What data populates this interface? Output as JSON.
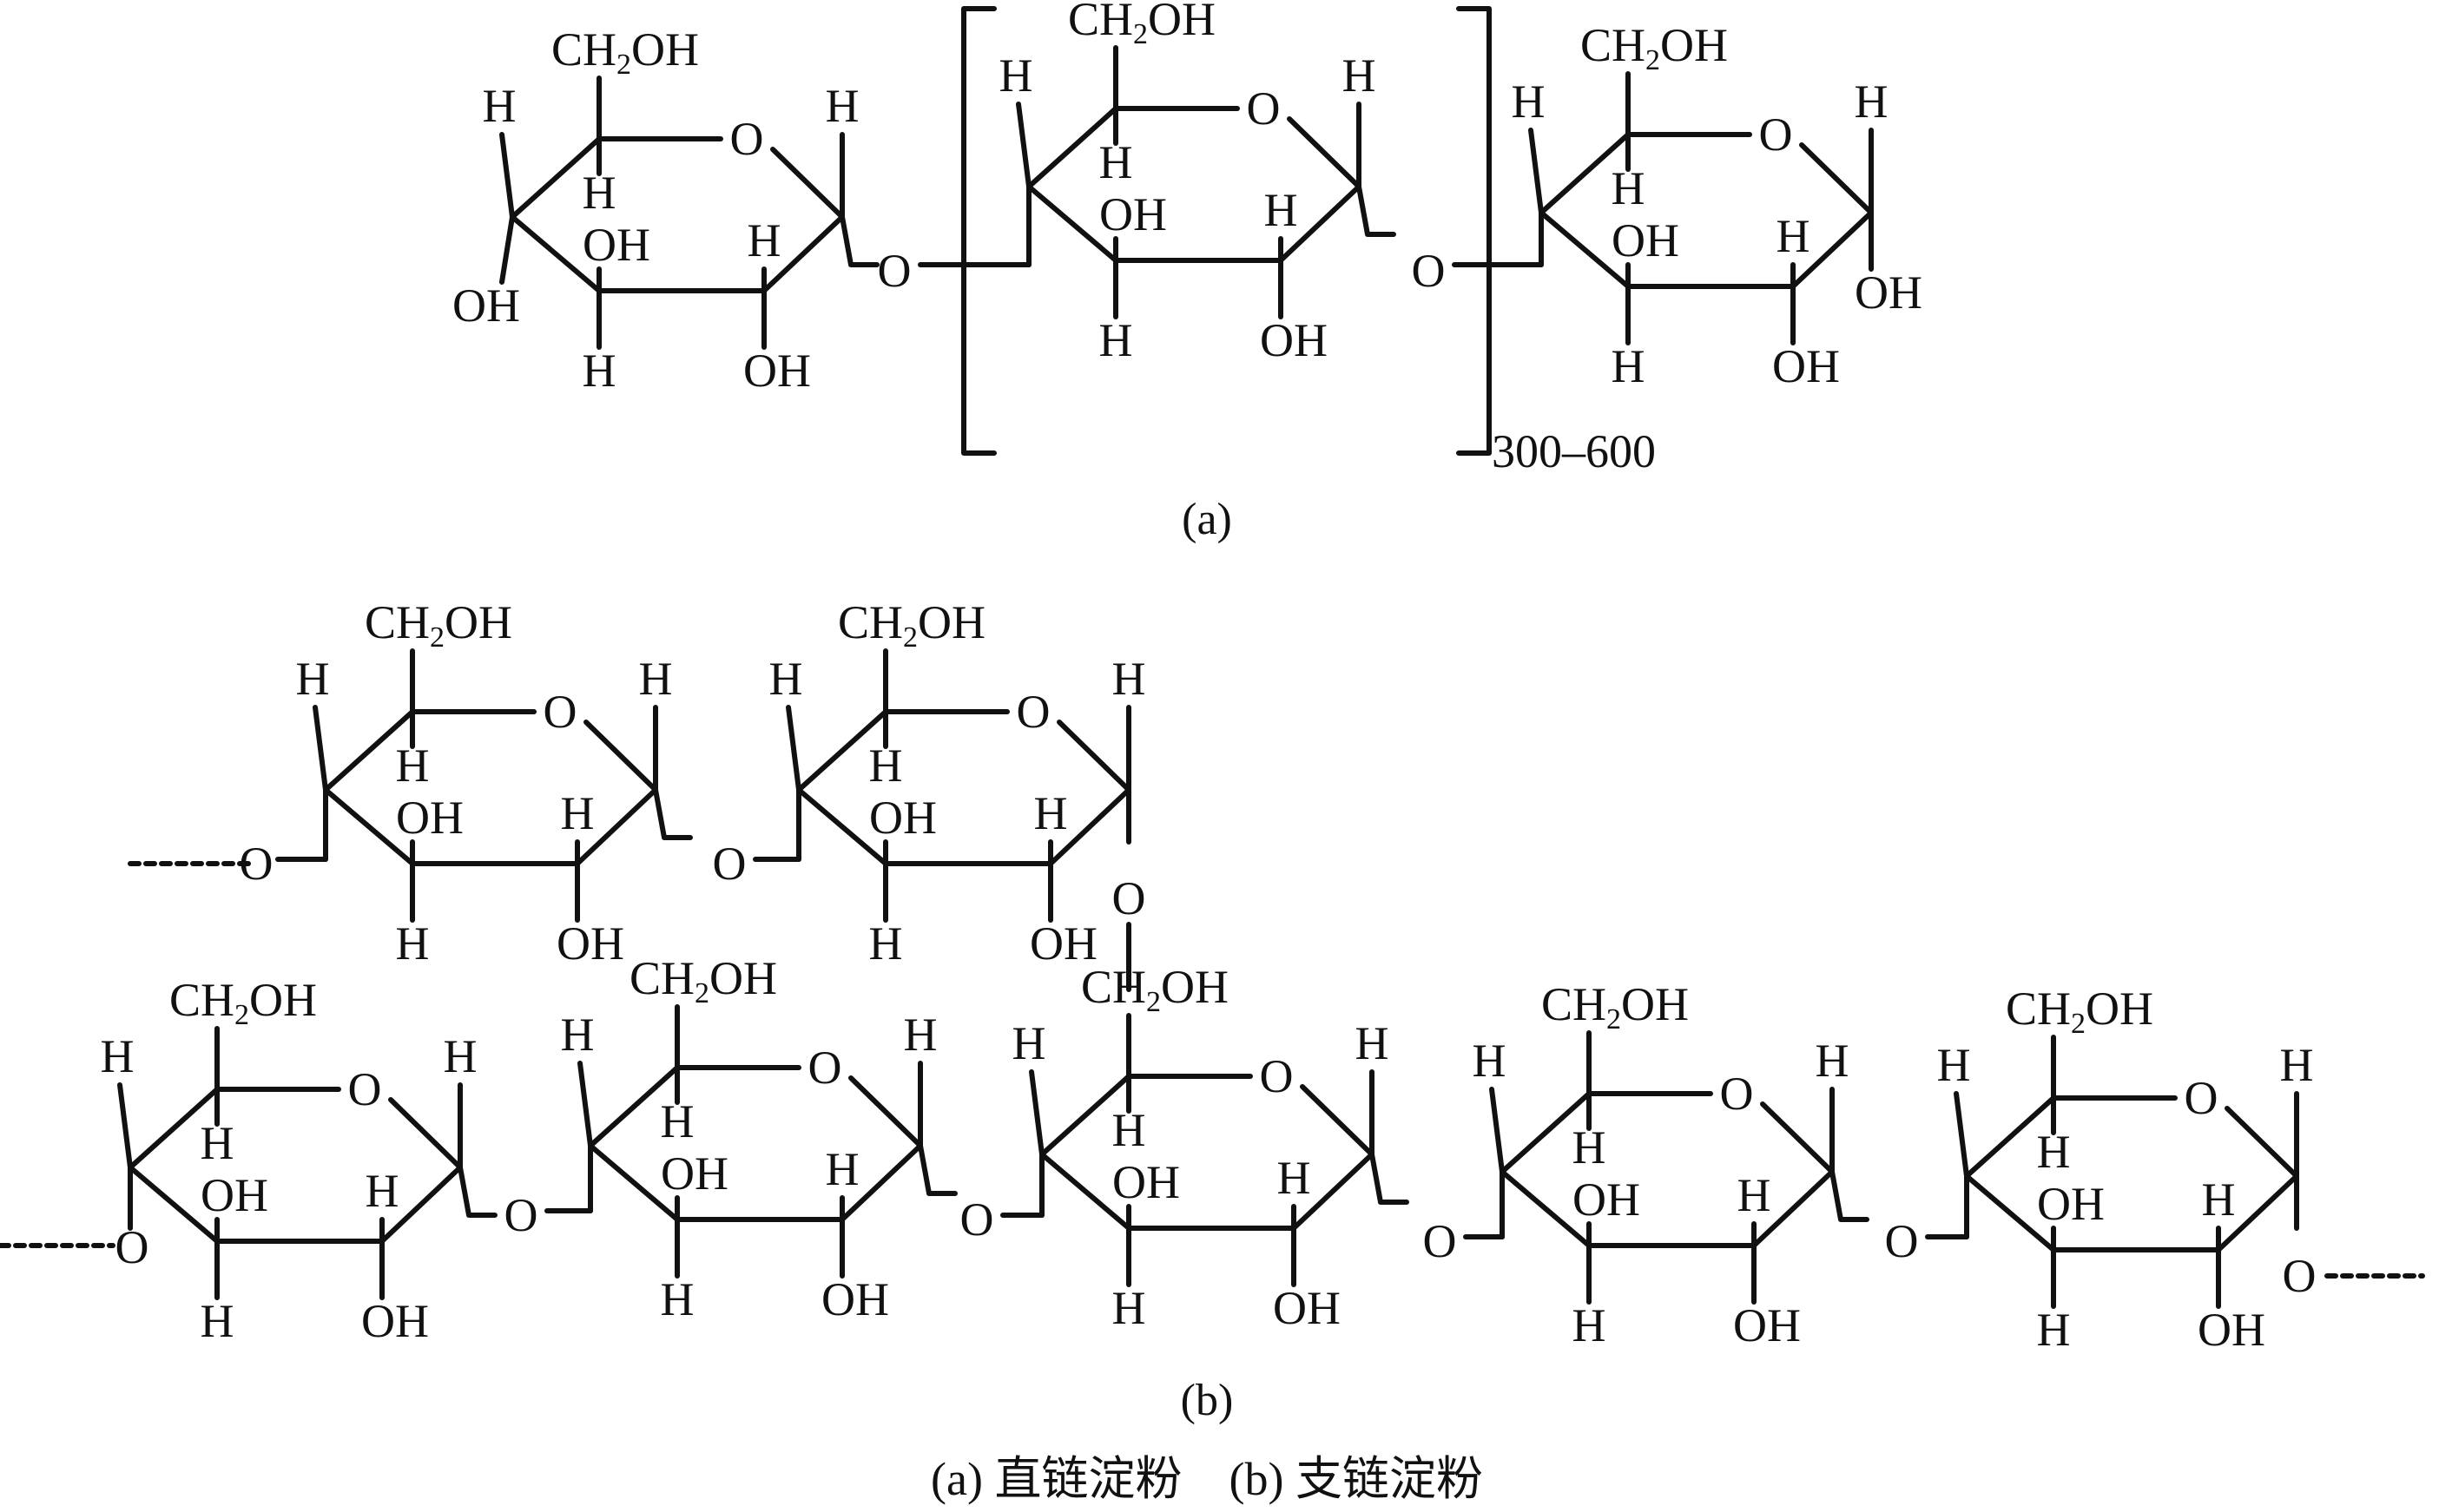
{
  "labels": {
    "ch2oh_ch": "CH",
    "ch2oh_sub": "2",
    "ch2oh_oh": "OH",
    "ring_oxygen": "O",
    "hydrogen": "H",
    "hydroxyl": "OH",
    "bridge_oxygen": "O"
  },
  "panel_a": {
    "repeat_count": "300–600",
    "label": "(a)"
  },
  "panel_b": {
    "label": "(b)"
  },
  "caption": "(a) 直链淀粉　(b) 支链淀粉"
}
